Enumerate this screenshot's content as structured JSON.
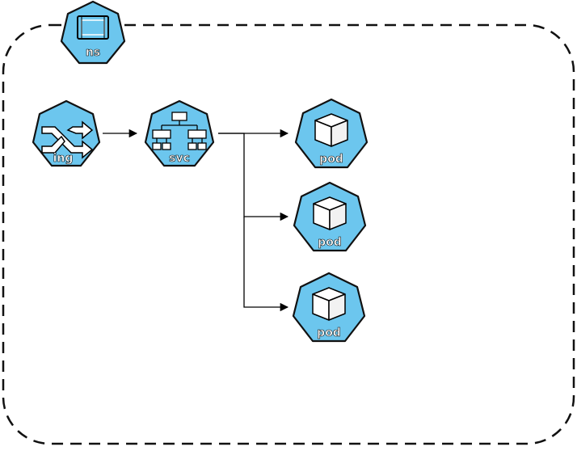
{
  "diagram": {
    "namespace": {
      "label": "ns",
      "icon": "namespace-icon"
    },
    "nodes": [
      {
        "id": "ing",
        "label": "ing",
        "icon": "ingress-icon"
      },
      {
        "id": "svc",
        "label": "svc",
        "icon": "service-icon"
      },
      {
        "id": "pod1",
        "label": "pod",
        "icon": "pod-cube-icon"
      },
      {
        "id": "pod2",
        "label": "pod",
        "icon": "pod-cube-icon"
      },
      {
        "id": "pod3",
        "label": "pod",
        "icon": "pod-cube-icon"
      }
    ],
    "edges": [
      {
        "from": "ing",
        "to": "svc"
      },
      {
        "from": "svc",
        "to": "pod1"
      },
      {
        "from": "svc",
        "to": "pod2"
      },
      {
        "from": "svc",
        "to": "pod3"
      }
    ],
    "colors": {
      "icon_fill": "#6cc6ee",
      "icon_outline": "#111111",
      "glyph": "#ffffff",
      "line": "#000000"
    }
  }
}
